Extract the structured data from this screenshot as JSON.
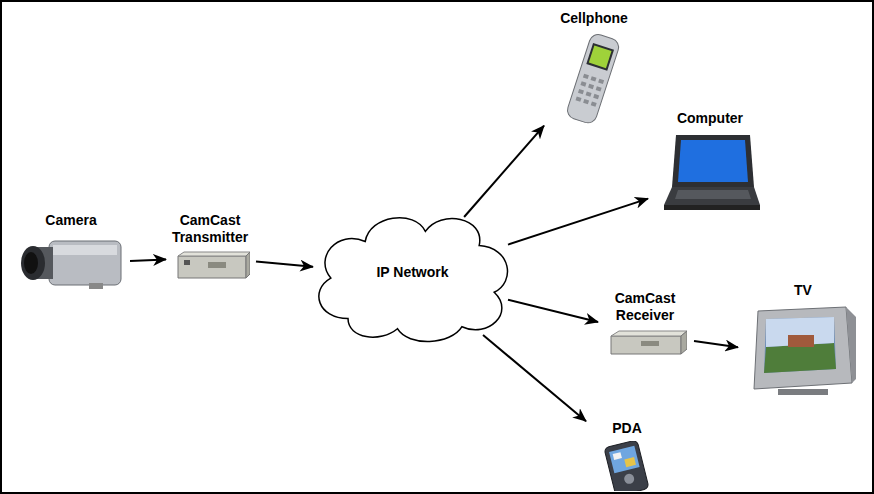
{
  "diagram": {
    "nodes": [
      {
        "text": [
          "Camera"
        ]
      },
      {
        "text": [
          "CamCast Transmitter"
        ]
      },
      {
        "text": [
          "IP Network"
        ]
      },
      {
        "text": [
          "Cellphone"
        ]
      },
      {
        "text": [
          "Computer"
        ]
      },
      {
        "text": [
          "CamCast Receiver"
        ]
      },
      {
        "text": [
          "TV"
        ]
      },
      {
        "text": [
          "PDA"
        ]
      }
    ],
    "edges": [
      {
        "from": 0,
        "to": 1,
        "arrow": "to"
      },
      {
        "from": 1,
        "to": 2,
        "arrow": "to"
      },
      {
        "from": 2,
        "to": 3,
        "arrow": "to"
      },
      {
        "from": 2,
        "to": 4,
        "arrow": "to"
      },
      {
        "from": 2,
        "to": 5,
        "arrow": "to"
      },
      {
        "from": 5,
        "to": 6,
        "arrow": "to"
      },
      {
        "from": 2,
        "to": 7,
        "arrow": "to"
      }
    ]
  }
}
